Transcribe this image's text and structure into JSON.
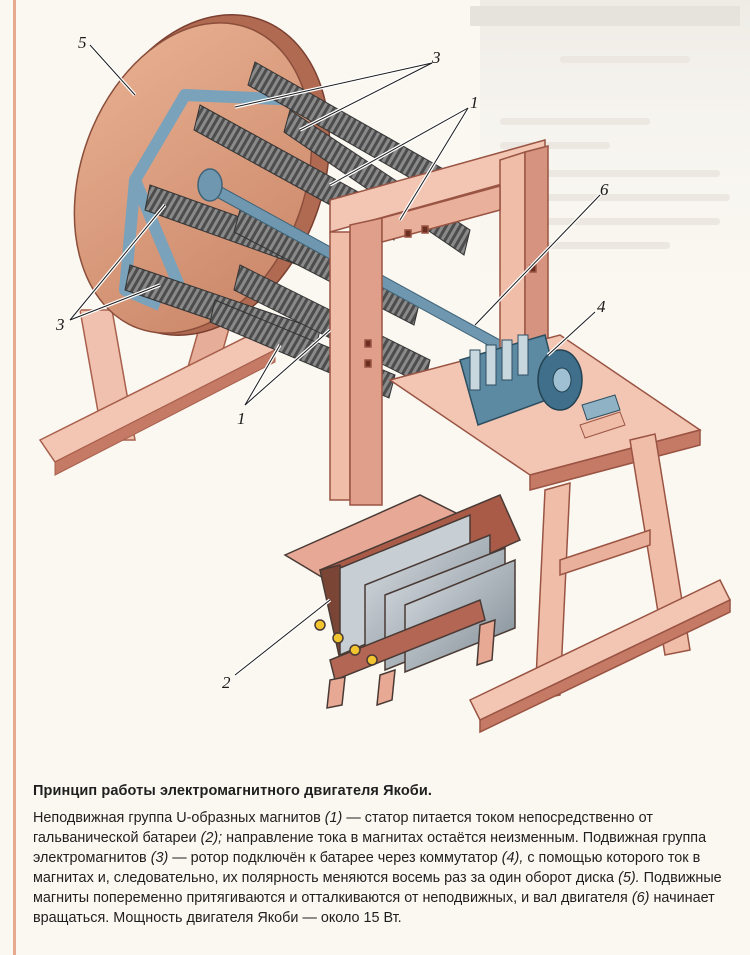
{
  "callouts": {
    "l1_top": "1",
    "l1_bottom": "1",
    "l2": "2",
    "l3_top": "3",
    "l3_left": "3",
    "l4": "4",
    "l5": "5",
    "l6": "6"
  },
  "caption": {
    "title": "Принцип работы электромагнитного двигателя Якоби.",
    "p1": "Неподвижная группа U-образных магнитов ",
    "r1": "(1)",
    "p2": " — статор питается током непосредственно от гальванической батареи ",
    "r2": "(2);",
    "p3": " направление тока в магнитах остаётся неизменным. Подвижная группа электромагнитов ",
    "r3": "(3)",
    "p4": " — ротор подключён к батарее через коммутатор ",
    "r4": "(4),",
    "p5": " с помощью которого ток в магнитах и, следовательно, их полярность меняются восемь раз за один оборот диска ",
    "r5": "(5).",
    "p6": " Подвижные магниты попеременно притягиваются и отталкиваются от неподвижных, и вал двигателя ",
    "r6": "(6)",
    "p7": " начинает вращаться. Мощность двигателя Якоби — около 15 Вт."
  },
  "colors": {
    "wood_light": "#f3c6b4",
    "wood_mid": "#e0a28d",
    "wood_dark": "#b56a57",
    "disc": "#dd9d7c",
    "magnet_blue": "#86a9bd",
    "coil_gray": "#7d7d7d"
  }
}
